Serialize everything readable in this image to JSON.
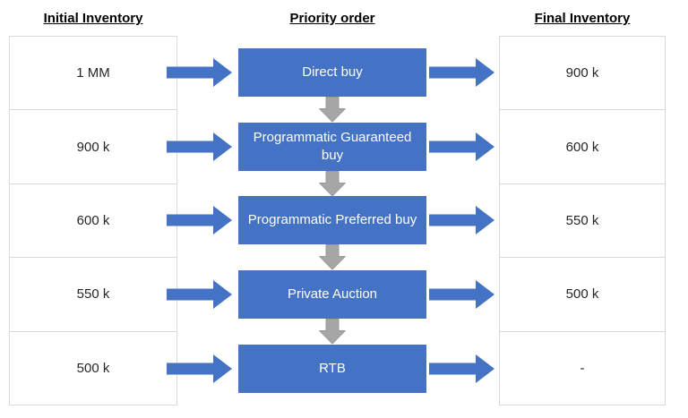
{
  "headers": {
    "initial": "Initial Inventory",
    "priority": "Priority order",
    "final": "Final Inventory"
  },
  "initial_inventory": [
    "1 MM",
    "900 k",
    "600 k",
    "550 k",
    "500 k"
  ],
  "priority_steps": [
    "Direct buy",
    "Programmatic Guaranteed buy",
    "Programmatic Preferred buy",
    "Private Auction",
    "RTB"
  ],
  "final_inventory": [
    "900 k",
    "600 k",
    "550 k",
    "500 k",
    "-"
  ],
  "colors": {
    "box_blue": "#4472C4",
    "arrow_blue": "#4472C4",
    "arrow_gray": "#A6A6A6",
    "arrow_gray_stroke": "#9B9B9B",
    "table_border": "#D9D9D9",
    "box_text": "#FFFFFF",
    "cell_text": "#262626",
    "header_text": "#000000"
  }
}
